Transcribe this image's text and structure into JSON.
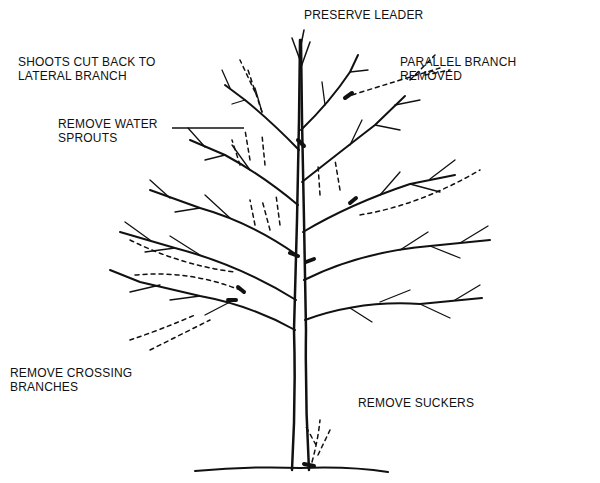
{
  "diagram": {
    "labels": [
      "PRESERVE LEADER",
      "SHOOTS CUT BACK TO LATERAL BRANCH",
      "PARALLEL BRANCH REMOVED",
      "REMOVE WATER SPROUTS",
      "REMOVE CROSSING BRANCHES",
      "REMOVE SUCKERS"
    ]
  }
}
